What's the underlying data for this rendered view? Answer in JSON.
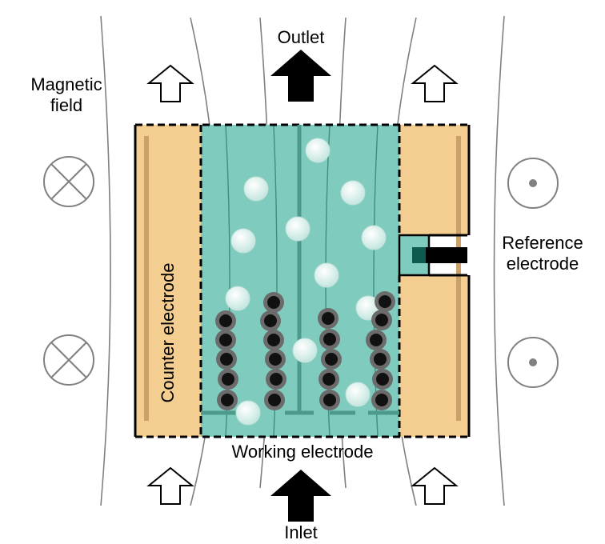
{
  "labels": {
    "outlet": "Outlet",
    "inlet": "Inlet",
    "magnetic_field": [
      "Magnetic",
      "field"
    ],
    "reference_electrode": [
      "Reference",
      "electrode"
    ],
    "counter_electrode": "Counter electrode",
    "working_electrode": "Working electrode"
  },
  "colors": {
    "electrolyte": "#7fcbbd",
    "counter_electrode": "#f4cd91",
    "electrode_strip": "#c9a169",
    "working_electrode_wire": "#4e9a8a",
    "bubble": "#e6f4f1",
    "magnetic_particle": "#111111",
    "field_line": "#808080",
    "reference_tip": "#0f5a4e"
  },
  "icons": {
    "field_into_page": "circle-cross-icon",
    "field_out_of_page": "circle-dot-icon",
    "flow_arrow_outline": "hollow-up-arrow-icon",
    "flow_arrow_solid": "solid-up-arrow-icon"
  }
}
